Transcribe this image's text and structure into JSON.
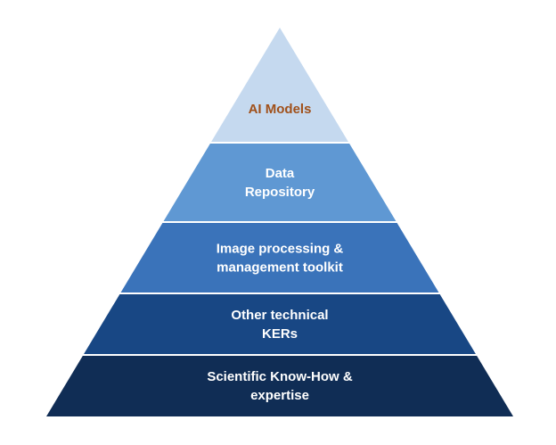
{
  "pyramid": {
    "layers": [
      {
        "id": "ai-models",
        "lines": [
          "AI Models"
        ],
        "fill": "#c5d9ef",
        "text_color": "#a0501a"
      },
      {
        "id": "data-repository",
        "lines": [
          "Data",
          "Repository"
        ],
        "fill": "#5f98d3",
        "text_color": "#ffffff"
      },
      {
        "id": "image-processing",
        "lines": [
          "Image processing &",
          "management toolkit"
        ],
        "fill": "#3a73ba",
        "text_color": "#ffffff"
      },
      {
        "id": "other-technical-kers",
        "lines": [
          "Other technical",
          "KERs"
        ],
        "fill": "#184784",
        "text_color": "#ffffff"
      },
      {
        "id": "scientific-know-how",
        "lines": [
          "Scientific Know-How &",
          "expertise"
        ],
        "fill": "#102d55",
        "text_color": "#ffffff"
      }
    ]
  }
}
